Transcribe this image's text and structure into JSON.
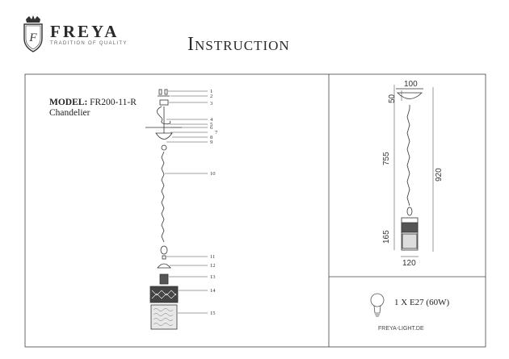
{
  "brand": {
    "name": "FREYA",
    "tagline": "TRADITION OF QUALITY"
  },
  "title": "Instruction",
  "model": {
    "label": "MODEL:",
    "code": "FR200-11-R",
    "type": "Chandelier"
  },
  "parts": [
    "1",
    "2",
    "3",
    "4",
    "5",
    "6",
    "7",
    "8",
    "9",
    "10",
    "11",
    "12",
    "13",
    "14",
    "15"
  ],
  "dimensions": {
    "top_width": "100",
    "top_height": "50",
    "chain": "755",
    "total": "920",
    "shade_height": "165",
    "shade_width": "120"
  },
  "lamp": "1 X E27 (60W)",
  "website": "FREYA-LIGHT.DE"
}
